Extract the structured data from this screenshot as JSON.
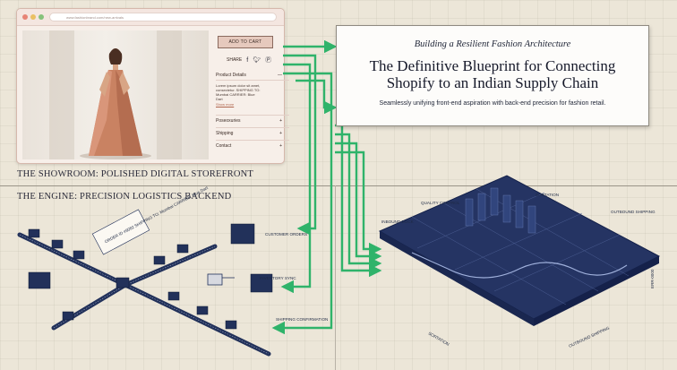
{
  "browser": {
    "url": "www.fashionbrand.com/new-arrivals",
    "add_to_cart": "ADD TO CART",
    "share_label": "SHARE",
    "share_icons": [
      "facebook-icon",
      "twitter-icon",
      "pinterest-icon"
    ],
    "product_details_title": "Product Details",
    "product_details_text": "Lorem ipsum dolor sit amet, consectetur. SHIPPING TO: Mumbai CARRIER: Blue Dart",
    "show_more": "Show more",
    "accordion": [
      "Poseoxuries",
      "Shipping",
      "Contact"
    ]
  },
  "sections": {
    "showroom": "THE SHOWROOM: POLISHED DIGITAL STOREFRONT",
    "engine": "THE ENGINE: PRECISION LOGISTICS BACKEND"
  },
  "title_card": {
    "kicker": "Building a Resilient Fashion Architecture",
    "title_line1": "The Definitive Blueprint for Connecting",
    "title_line2": "Shopify to an Indian Supply Chain",
    "subtitle": "Seamlessly unifying front-end aspiration with back-end precision for fashion retail."
  },
  "flows": {
    "customer_orders": "CUSTOMER ORDERS",
    "inventory_sync": "INVENTORY SYNC",
    "shipping_confirmation": "SHIPPING CONFIRMATION"
  },
  "conveyor": {
    "sign_text": "ORDER ID #9082 SHIPPING TO: Mumbai CARRIER: Blue Dart"
  },
  "warehouse": {
    "inbound_dock": "INBOUND DOCK",
    "quality_control": "QUALITY CONTROL",
    "sortation": "SORTATION",
    "outbound_shipping": "OUTBOUND SHIPPING",
    "dim_right": "ERR-0000",
    "dim_bottom_left": "SORTATION",
    "dim_bottom_right": "OUTBOUND SHIPPING"
  },
  "colors": {
    "arrow_green": "#2fb36a",
    "navy": "#22315a",
    "paper": "#ece6d8"
  }
}
